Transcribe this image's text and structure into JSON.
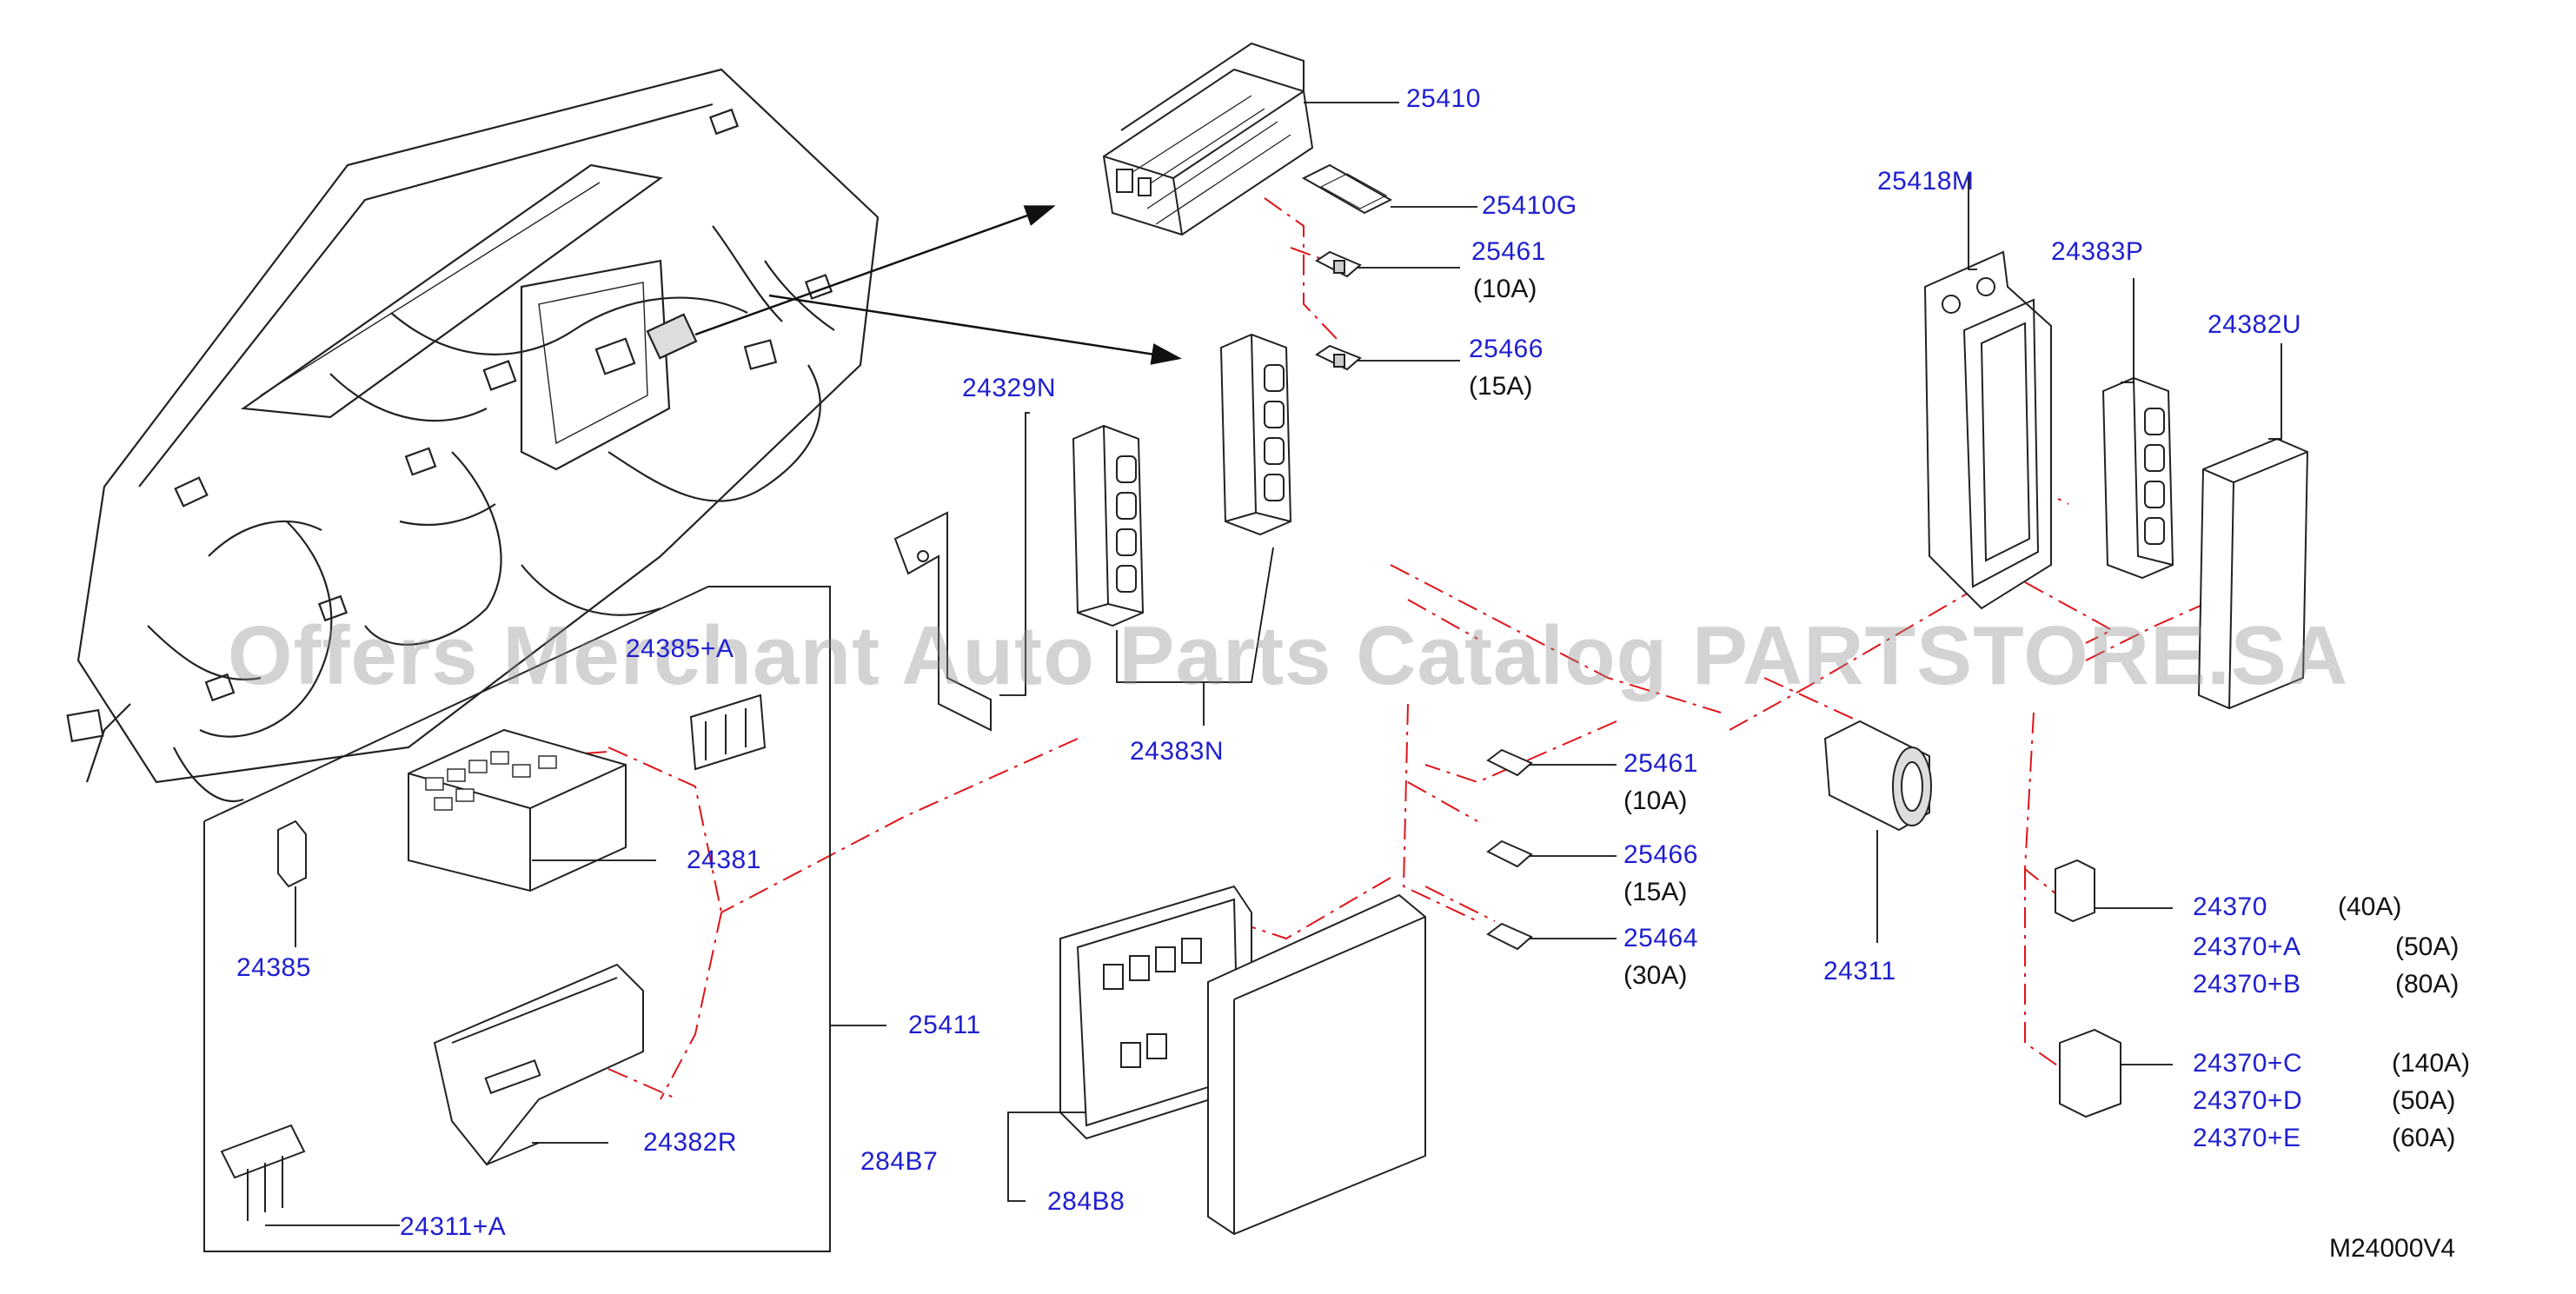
{
  "watermark": "Offers Merchant Auto Parts Catalog PARTSTORE.SA",
  "diagram_code": "M24000V4",
  "colors": {
    "label": "#1f1fd1",
    "line": "#111111",
    "phantom": "#e0141a"
  },
  "parts": {
    "p25410": "25410",
    "p25410G": "25410G",
    "p25461_top": "25461",
    "p25466_top": "25466",
    "p25418M": "25418M",
    "p24383P": "24383P",
    "p24382U": "24382U",
    "p24329N": "24329N",
    "p24383N": "24383N",
    "p24385A": "24385+A",
    "p24381": "24381",
    "p24385": "24385",
    "p25411": "25411",
    "p24382R": "24382R",
    "p24311A": "24311+A",
    "p25461_mid": "25461",
    "p25466_mid": "25466",
    "p25464": "25464",
    "p24311": "24311",
    "p24370": "24370",
    "p24370A": "24370+A",
    "p24370B": "24370+B",
    "p24370C": "24370+C",
    "p24370D": "24370+D",
    "p24370E": "24370+E",
    "p284B7": "284B7",
    "p284B8": "284B8"
  },
  "ratings": {
    "r25461_top": "(10A)",
    "r25466_top": "(15A)",
    "r25461_mid": "(10A)",
    "r25466_mid": "(15A)",
    "r25464": "(30A)",
    "r24370": "(40A)",
    "r24370A": "(50A)",
    "r24370B": "(80A)",
    "r24370C": "(140A)",
    "r24370D": "(50A)",
    "r24370E": "(60A)"
  }
}
